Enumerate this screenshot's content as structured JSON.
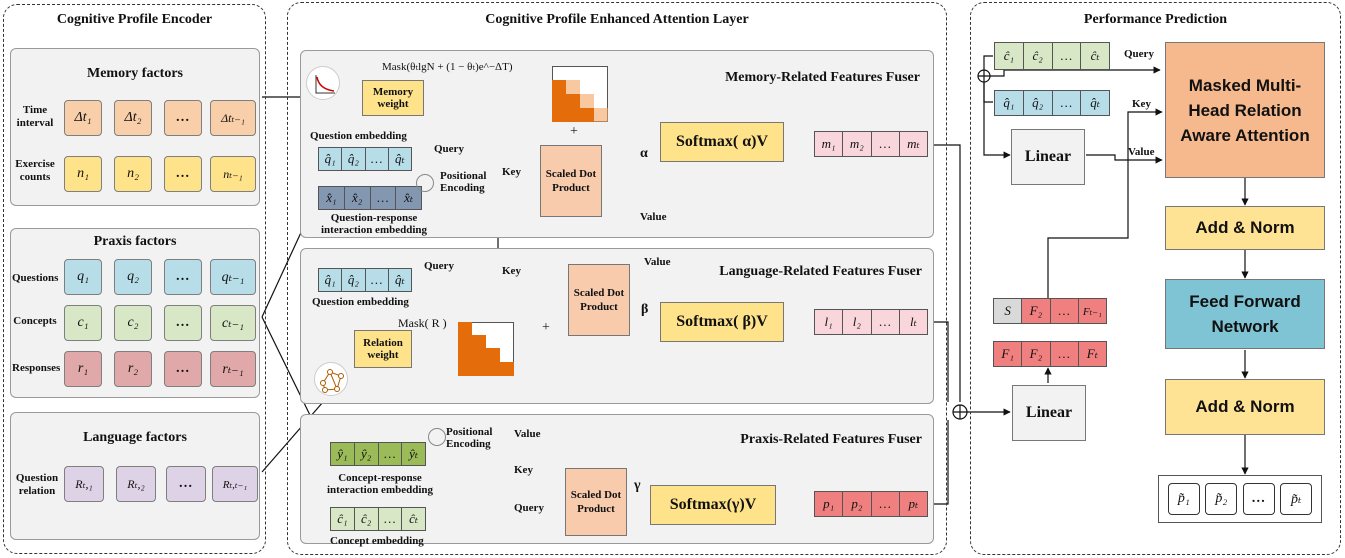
{
  "encoder": {
    "title": "Cognitive Profile  Encoder",
    "memory": {
      "title": "Memory factors",
      "rows": [
        {
          "label": "Time interval",
          "items": [
            "Δt₁",
            "Δt₂",
            "…",
            "Δtₜ₋₁"
          ]
        },
        {
          "label": "Exercise counts",
          "items": [
            "n₁",
            "n₂",
            "…",
            "nₜ₋₁"
          ]
        }
      ]
    },
    "praxis": {
      "title": "Praxis factors",
      "rows": [
        {
          "label": "Questions",
          "items": [
            "q₁",
            "q₂",
            "…",
            "qₜ₋₁"
          ]
        },
        {
          "label": "Concepts",
          "items": [
            "c₁",
            "c₂",
            "…",
            "cₜ₋₁"
          ]
        },
        {
          "label": "Responses",
          "items": [
            "r₁",
            "r₂",
            "…",
            "rₜ₋₁"
          ]
        }
      ]
    },
    "language": {
      "title": "Language factors",
      "rows": [
        {
          "label": "Question relation",
          "items": [
            "Rₜ,₁",
            "Rₜ,₂",
            "…",
            "Rₜ,ₜ₋₁"
          ]
        }
      ]
    }
  },
  "attention": {
    "title": "Cognitive Profile Enhanced Attention Layer",
    "memory_fuser": {
      "title": "Memory-Related Features Fuser",
      "mask_formula": "Mask(θₜlgN + (1 − θₜ)e^−ΔT)",
      "weight_box": "Memory weight",
      "question_embedding_label": "Question embedding",
      "question_seq": [
        "q̂₁",
        "q̂₂",
        "…",
        "q̂ₜ"
      ],
      "interaction_seq": [
        "x̂₁",
        "x̂₂",
        "…",
        "x̂ₜ"
      ],
      "interaction_label": "Question-response interaction embedding",
      "positional": "Positional Encoding",
      "scaled_dot": "Scaled Dot Product",
      "softmax": "Softmax( α)V",
      "greek": "α",
      "plus": "+",
      "query": "Query",
      "key": "Key",
      "value": "Value",
      "output": [
        "m₁",
        "m₂",
        "…",
        "mₜ"
      ]
    },
    "language_fuser": {
      "title": "Language-Related Features Fuser",
      "question_embedding_label": "Question embedding",
      "question_seq": [
        "q̂₁",
        "q̂₂",
        "…",
        "q̂ₜ"
      ],
      "mask": "Mask( R )",
      "weight_box": "Relation weight",
      "scaled_dot": "Scaled Dot Product",
      "softmax": "Softmax( β)V",
      "greek": "β",
      "plus": "+",
      "query": "Query",
      "key": "Key",
      "value": "Value",
      "output": [
        "l₁",
        "l₂",
        "…",
        "lₜ"
      ]
    },
    "praxis_fuser": {
      "title": "Praxis-Related Features Fuser",
      "concept_resp_seq": [
        "ŷ₁",
        "ŷ₂",
        "…",
        "ŷₜ"
      ],
      "concept_resp_label": "Concept-response interaction embedding",
      "positional": "Positional Encoding",
      "concept_seq": [
        "ĉ₁",
        "ĉ₂",
        "…",
        "ĉₜ"
      ],
      "concept_label": "Concept embedding",
      "scaled_dot": "Scaled Dot Product",
      "softmax": "Softmax(γ)V",
      "greek": "γ",
      "query": "Query",
      "key": "Key",
      "value": "Value",
      "output": [
        "p₁",
        "p₂",
        "…",
        "pₜ"
      ]
    }
  },
  "prediction": {
    "title": "Performance Prediction",
    "c_seq": [
      "ĉ₁",
      "ĉ₂",
      "…",
      "ĉₜ"
    ],
    "q_seq": [
      "q̂₁",
      "q̂₂",
      "…",
      "q̂ₜ"
    ],
    "linear_top": "Linear",
    "s_seq": [
      "S",
      "F₂",
      "…",
      "Fₜ₋₁"
    ],
    "f_seq": [
      "F₁",
      "F₂",
      "…",
      "Fₜ"
    ],
    "linear_bottom": "Linear",
    "query": "Query",
    "key": "Key",
    "value": "Value",
    "mha": "Masked Multi-Head Relation Aware Attention",
    "add_norm_1": "Add & Norm",
    "ffn": "Feed Forward Network",
    "add_norm_2": "Add & Norm",
    "output": [
      "p̃₁",
      "p̃₂",
      "…",
      "p̃ₜ"
    ]
  },
  "colors": {
    "memory_tile": "#f9cfa9",
    "exercise_tile": "#ffe38a",
    "question_tile": "#b7dde8",
    "concept_tile": "#d8e7c6",
    "response_tile": "#e0a8a8",
    "relation_tile": "#ddd2e6",
    "mha": "#f6b98d",
    "add_norm": "#ffe395",
    "ffn": "#7fc4d4",
    "orange_mask": "#e46c0a",
    "f_seq": "#f08080",
    "pink_out": "#f9d6dc",
    "softmax": "#ffe38a",
    "scaled_dot": "#f8cbad"
  }
}
